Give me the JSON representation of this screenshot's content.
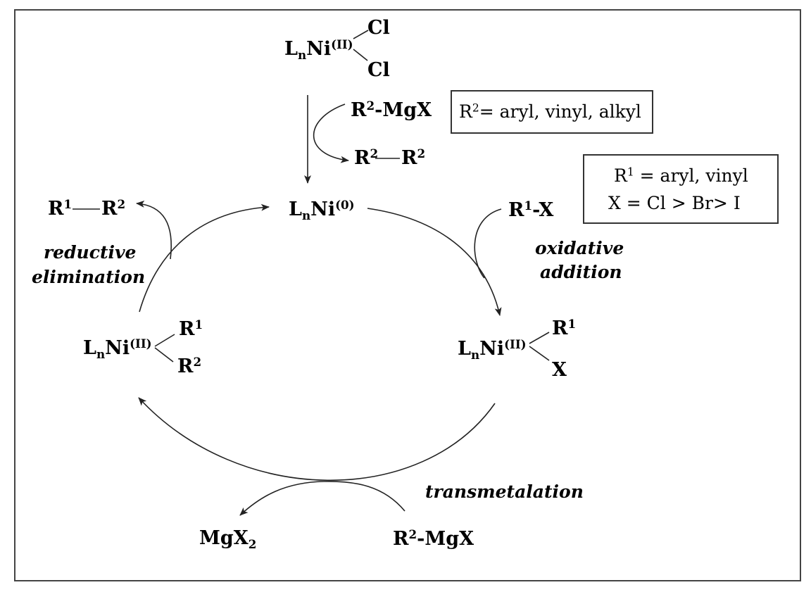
{
  "precatalyst": {
    "L": "L",
    "n": "n",
    "Ni": "Ni",
    "ox": "(II)",
    "lig_top": "Cl",
    "lig_bottom": "Cl"
  },
  "activation": {
    "reagent_R": "R",
    "reagent_sup": "2",
    "reagent_rest": "-MgX",
    "byproduct_R_a": "R",
    "byproduct_sup_a": "2",
    "byproduct_R_b": "R",
    "byproduct_sup_b": "2"
  },
  "box_r2": {
    "R": "R",
    "sup": "2",
    "rest": "= aryl, vinyl, alkyl"
  },
  "box_r1": {
    "line1_R": "R",
    "line1_sup": "1",
    "line1_rest": " = aryl, vinyl",
    "line2": "X = Cl > Br> I"
  },
  "ni0": {
    "L": "L",
    "n": "n",
    "Ni": "Ni",
    "ox": "(0)"
  },
  "oxidative_reagent": {
    "R": "R",
    "sup": "1",
    "rest": "-X"
  },
  "oxidative_label": {
    "line1": "oxidative",
    "line2": "addition"
  },
  "ni_right": {
    "L": "L",
    "n": "n",
    "Ni": "Ni",
    "ox": "(II)",
    "lig_top_R": "R",
    "lig_top_sup": "1",
    "lig_bottom": "X"
  },
  "ni_left": {
    "L": "L",
    "n": "n",
    "Ni": "Ni",
    "ox": "(II)",
    "lig_top_R": "R",
    "lig_top_sup": "1",
    "lig_bottom_R": "R",
    "lig_bottom_sup": "2"
  },
  "product": {
    "R_a": "R",
    "sup_a": "1",
    "R_b": "R",
    "sup_b": "2"
  },
  "reductive_label": {
    "line1": "reductive",
    "line2": "elimination"
  },
  "transmetalation_label": "transmetalation",
  "mgx2": {
    "text": "MgX",
    "sub": "2"
  },
  "trans_reagent": {
    "R": "R",
    "sup": "2",
    "rest": "-MgX"
  }
}
